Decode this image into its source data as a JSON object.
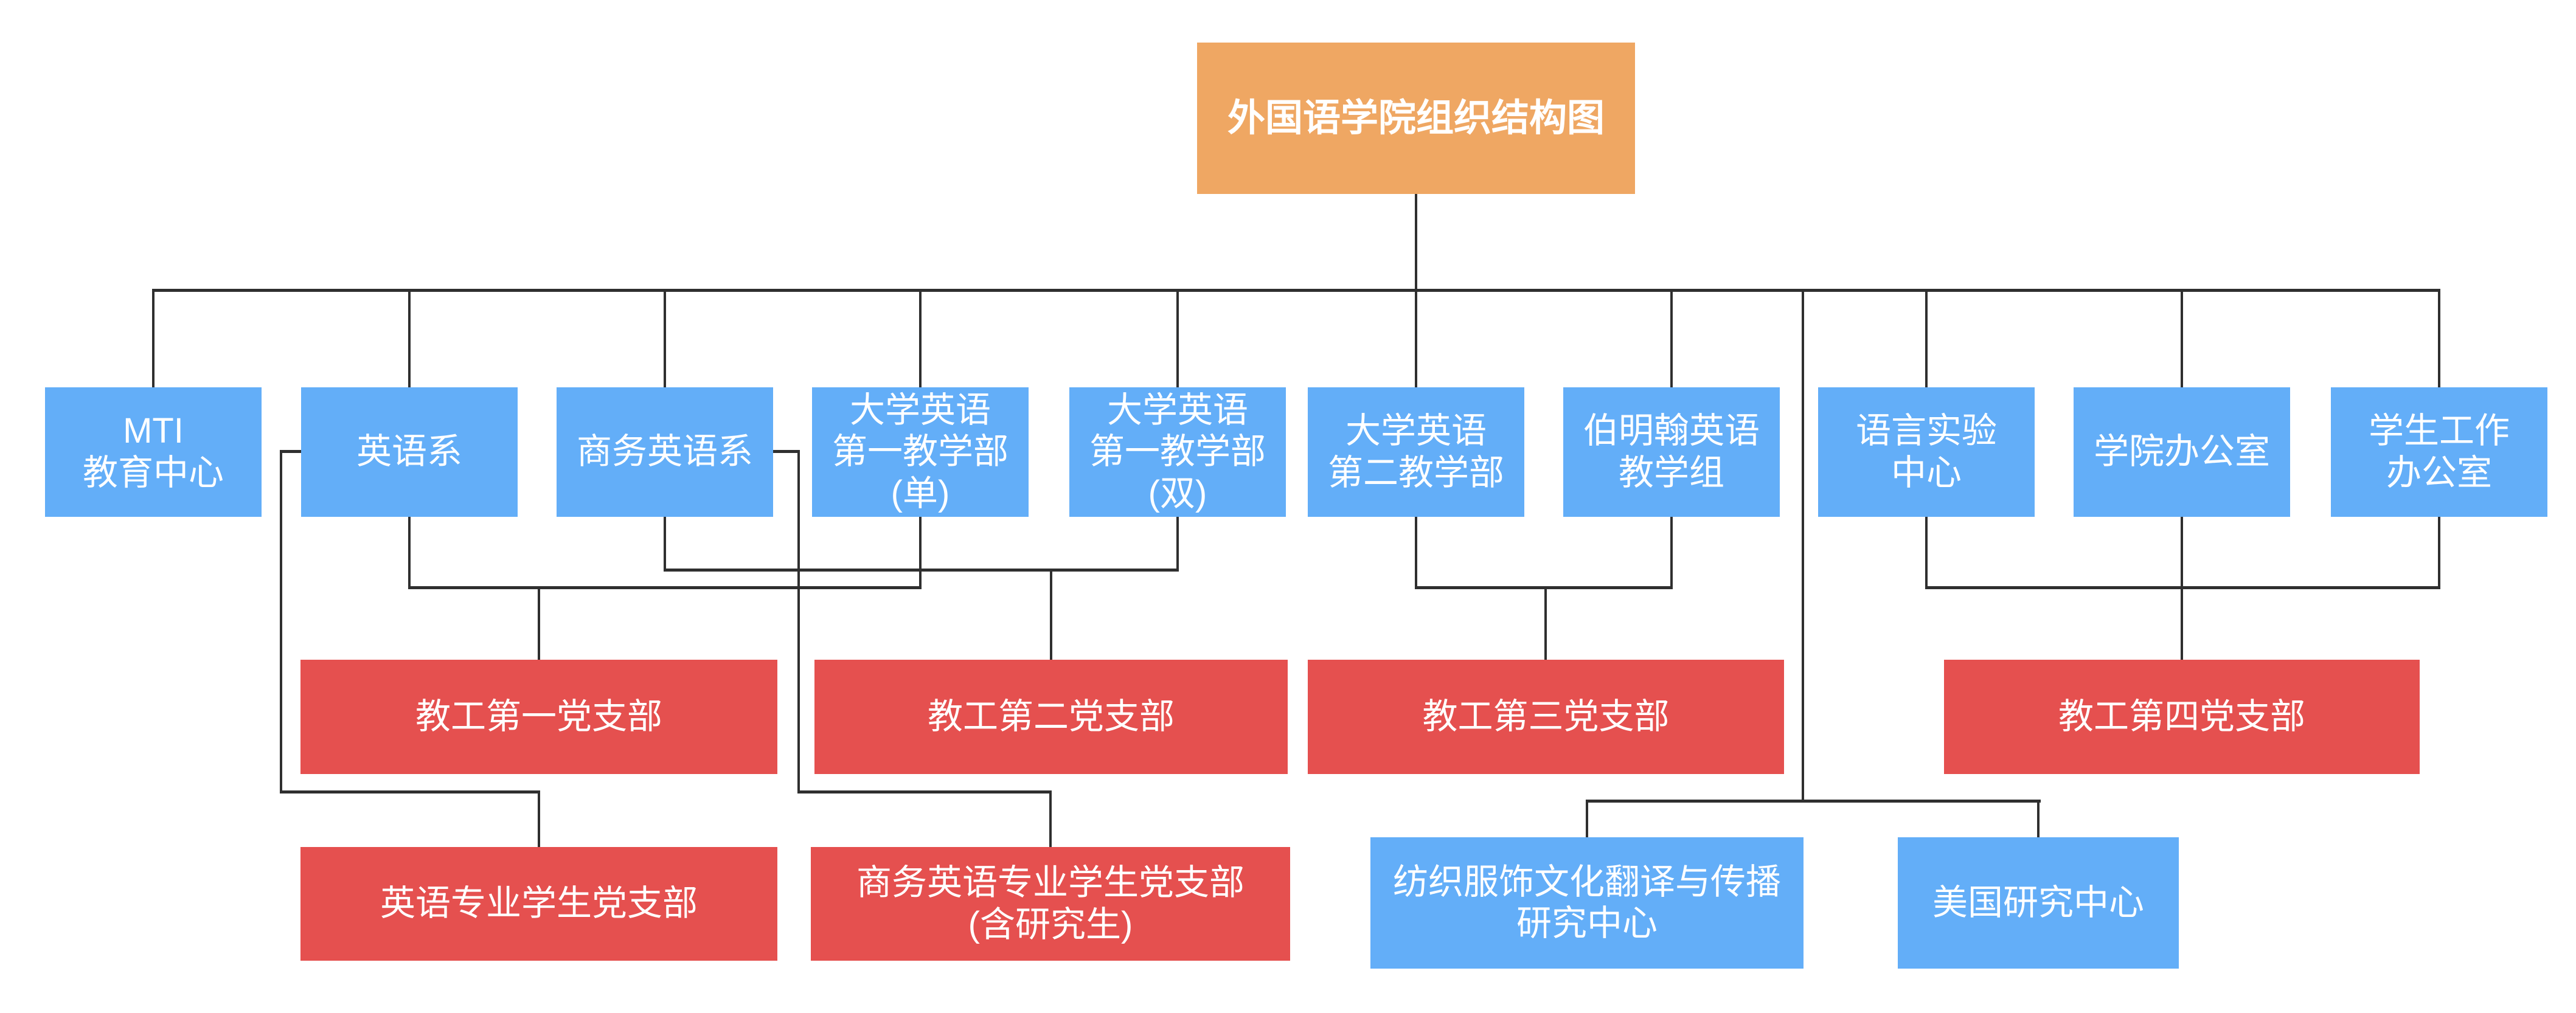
{
  "diagram": {
    "type": "org-chart",
    "background": "#FFFFFF"
  },
  "colors": {
    "root_fill": "#EFA763",
    "unit_fill": "#63AEF8",
    "party_fill": "#E5504F",
    "line_color": "#2F2F2F",
    "label_text": "#FFFFFF",
    "background": "#FFFFFF"
  },
  "nodes": {
    "root": {
      "label": "外国语学院组织结构图"
    },
    "departments": [
      {
        "label": "MTI\n教育中心"
      },
      {
        "label": "英语系"
      },
      {
        "label": "商务英语系"
      },
      {
        "label": "大学英语\n第一教学部\n(单)"
      },
      {
        "label": "大学英语\n第一教学部\n(双)"
      },
      {
        "label": "大学英语\n第二教学部"
      },
      {
        "label": "伯明翰英语\n教学组"
      },
      {
        "label": "语言实验\n中心"
      },
      {
        "label": "学院办公室"
      },
      {
        "label": "学生工作\n办公室"
      }
    ],
    "party_branches": [
      {
        "label": "教工第一党支部"
      },
      {
        "label": "教工第二党支部"
      },
      {
        "label": "教工第三党支部"
      },
      {
        "label": "教工第四党支部"
      }
    ],
    "student_party_branches": [
      {
        "label": "英语专业学生党支部"
      },
      {
        "label": "商务英语专业学生党支部\n(含研究生)"
      }
    ],
    "research_centers": [
      {
        "label": "纺织服饰文化翻译与传播\n研究中心"
      },
      {
        "label": "美国研究中心"
      }
    ]
  },
  "connections": [
    {
      "from": [
        "外国语学院组织结构图"
      ],
      "to": "MTI教育中心 / 英语系 / 商务英语系 / 大学英语第一教学部(单) / 大学英语第一教学部(双) / 大学英语第二教学部 / 伯明翰英语教学组 / 语言实验中心 / 学院办公室 / 学生工作办公室"
    },
    {
      "from": [
        "外国语学院组织结构图"
      ],
      "to": "纺织服饰文化翻译与传播研究中心 / 美国研究中心"
    },
    {
      "from": [
        "英语系",
        "大学英语第一教学部(单)"
      ],
      "to": "教工第一党支部"
    },
    {
      "from": [
        "商务英语系",
        "大学英语第一教学部(双)"
      ],
      "to": "教工第二党支部"
    },
    {
      "from": [
        "大学英语第二教学部",
        "伯明翰英语教学组"
      ],
      "to": "教工第三党支部"
    },
    {
      "from": [
        "语言实验中心",
        "学院办公室",
        "学生工作办公室"
      ],
      "to": "教工第四党支部"
    },
    {
      "from": [
        "英语系"
      ],
      "to": "英语专业学生党支部"
    },
    {
      "from": [
        "商务英语系"
      ],
      "to": "商务英语专业学生党支部(含研究生)"
    }
  ]
}
